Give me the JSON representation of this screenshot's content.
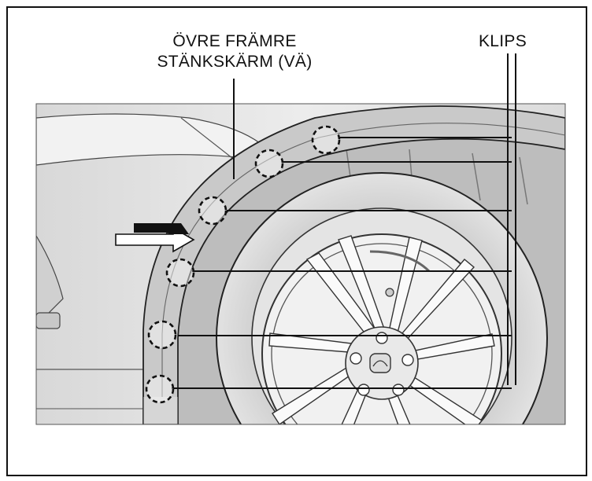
{
  "labels": {
    "part_line1": "ÖVRE FRÄMRE",
    "part_line2": "STÄNKSKÄRM (VÄ)",
    "clips": "KLIPS"
  },
  "colors": {
    "line": "#111111",
    "body_panel": "#e6e6e6",
    "tire": "#d2d2d2",
    "wheel": "#ececec",
    "clip_marker": "#ffffff"
  },
  "icons": {
    "direction_arrow": "arrow-right-icon",
    "clip_marker": "dashed-circle-icon",
    "center_cap_logo": "emblem-icon"
  },
  "clip_count": 6
}
